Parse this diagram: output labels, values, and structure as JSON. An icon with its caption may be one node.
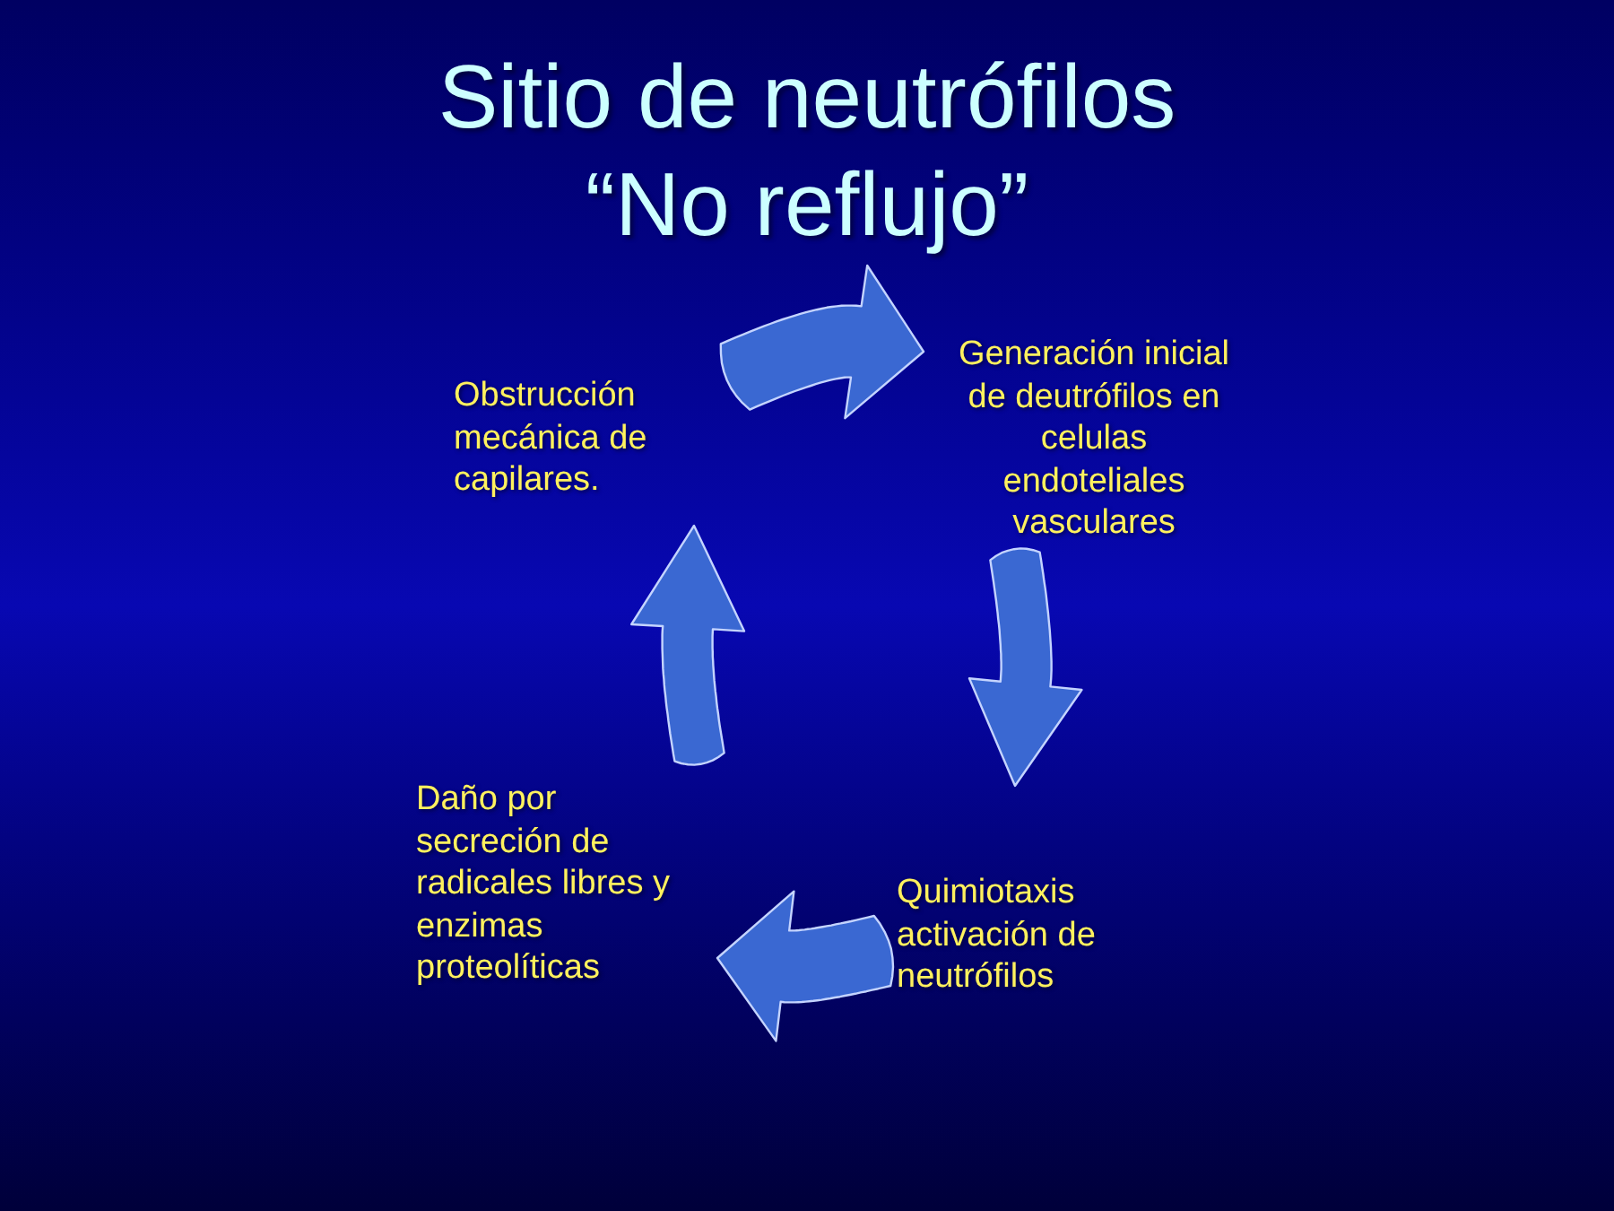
{
  "diagram": {
    "title": "Sitio de neutrófilos “No reflujo”",
    "nodes": [
      {
        "text": [
          "Obstrucción mecánica de capilares."
        ]
      },
      {
        "text": [
          "Generación inicial de deutrófilos en celulas endoteliales vasculares"
        ]
      },
      {
        "text": [
          "Quimiotaxis activación de neutrófilos"
        ]
      },
      {
        "text": [
          "Daño por secreción de radicales libres y enzimas proteolíticas"
        ]
      }
    ],
    "edges": [
      {
        "from": 0,
        "to": 1,
        "arrow": "to"
      },
      {
        "from": 1,
        "to": 2,
        "arrow": "to"
      },
      {
        "from": 2,
        "to": 3,
        "arrow": "to"
      },
      {
        "from": 3,
        "to": 0,
        "arrow": "to"
      }
    ]
  }
}
